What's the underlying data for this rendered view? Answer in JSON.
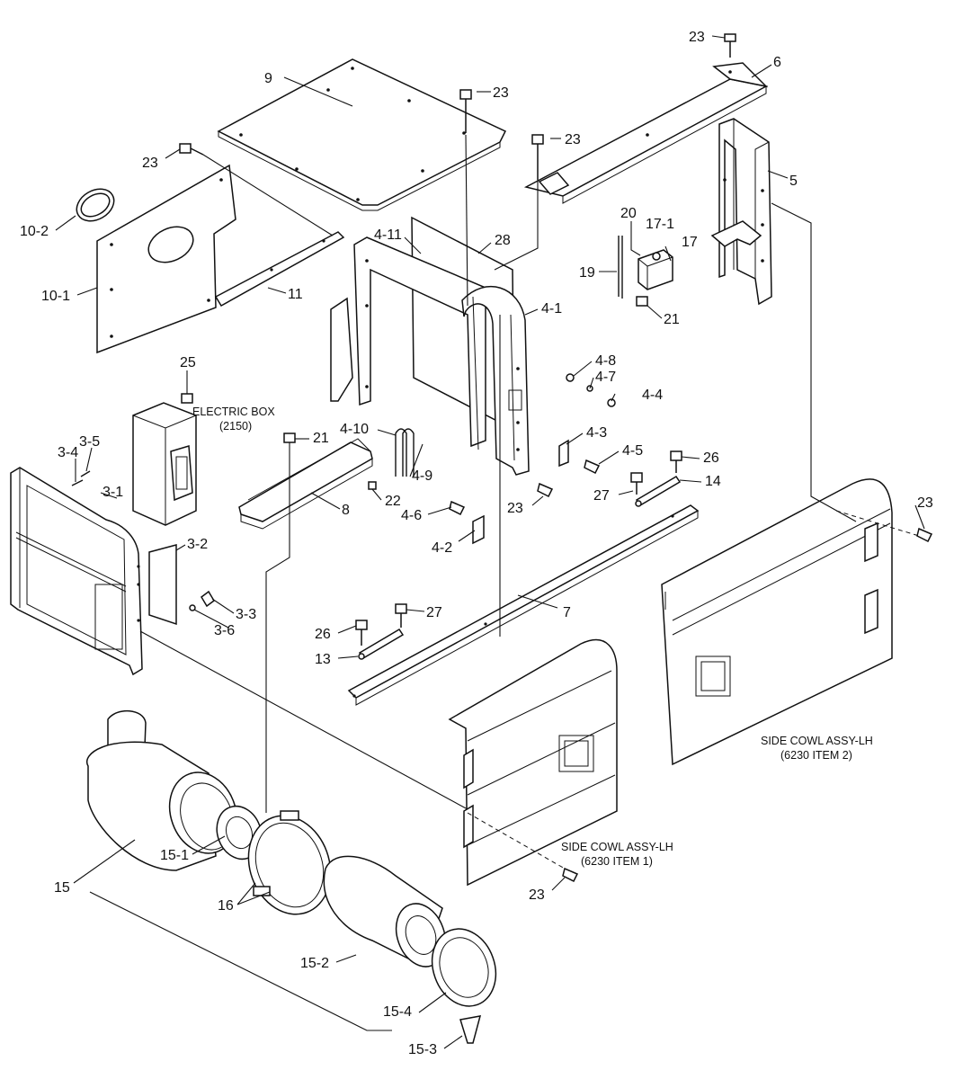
{
  "labels": {
    "l_9": "9",
    "l_23_top_right": "23",
    "l_6": "6",
    "l_23_panel9": "23",
    "l_23_bracket6": "23",
    "l_23_panel10": "23",
    "l_5": "5",
    "l_10_2": "10-2",
    "l_10_1": "10-1",
    "l_11": "11",
    "l_4_11": "4-11",
    "l_28": "28",
    "l_20": "20",
    "l_17_1": "17-1",
    "l_17": "17",
    "l_19": "19",
    "l_21_box": "21",
    "l_4_1": "4-1",
    "l_25": "25",
    "l_4_8": "4-8",
    "l_4_7": "4-7",
    "l_4_4": "4-4",
    "l_4_10": "4-10",
    "l_4_3": "4-3",
    "l_21_tray": "21",
    "l_4_5": "4-5",
    "l_26_right": "26",
    "l_3_5": "3-5",
    "l_3_4": "3-4",
    "l_4_9": "4-9",
    "l_3_1": "3-1",
    "l_27_right": "27",
    "l_14": "14",
    "l_22": "22",
    "l_23_mid": "23",
    "l_23_right": "23",
    "l_8": "8",
    "l_4_6": "4-6",
    "l_3_2": "3-2",
    "l_4_2": "4-2",
    "l_3_3": "3-3",
    "l_27_left": "27",
    "l_7": "7",
    "l_26_left": "26",
    "l_3_6": "3-6",
    "l_13": "13",
    "l_15": "15",
    "l_15_1": "15-1",
    "l_16": "16",
    "l_23_bottom": "23",
    "l_15_2": "15-2",
    "l_15_4": "15-4",
    "l_15_3": "15-3"
  },
  "notes": {
    "electric_box_title": "ELECTRIC BOX",
    "electric_box_ref": "(2150)",
    "cowl_2_title": "SIDE COWL ASSY-LH",
    "cowl_2_ref": "(6230 ITEM 2)",
    "cowl_1_title": "SIDE COWL ASSY-LH",
    "cowl_1_ref": "(6230 ITEM 1)"
  }
}
